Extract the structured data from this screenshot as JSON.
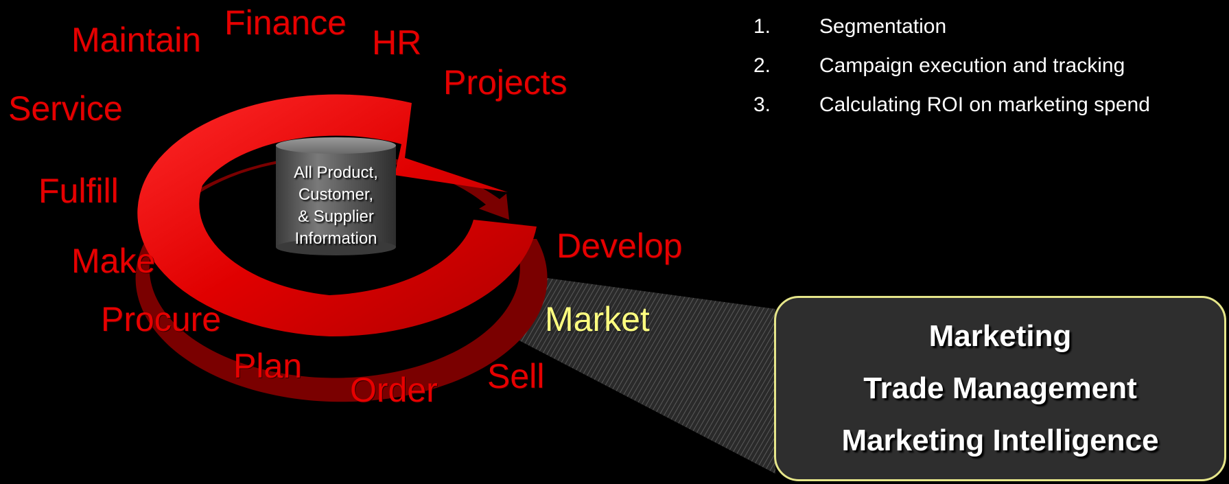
{
  "cycle": {
    "labels": {
      "maintain": "Maintain",
      "finance": "Finance",
      "hr": "HR",
      "projects": "Projects",
      "service": "Service",
      "fulfill": "Fulfill",
      "make": "Make",
      "procure": "Procure",
      "plan": "Plan",
      "order": "Order",
      "sell": "Sell",
      "market": "Market",
      "develop": "Develop"
    },
    "active_label": "Market",
    "colors": {
      "label": "#e60000",
      "active_label": "#ffff80",
      "arrow": "#e00000"
    }
  },
  "database": {
    "lines": [
      "All Product,",
      "Customer,",
      "& Supplier",
      "Information"
    ]
  },
  "list": [
    {
      "num": "1.",
      "text": "Segmentation"
    },
    {
      "num": "2.",
      "text": "Campaign execution and tracking"
    },
    {
      "num": "3.",
      "text": "Calculating ROI on marketing spend"
    }
  ],
  "callout": {
    "items": [
      "Marketing",
      "Trade Management",
      "Marketing Intelligence"
    ],
    "border_color": "#e6e68a"
  }
}
